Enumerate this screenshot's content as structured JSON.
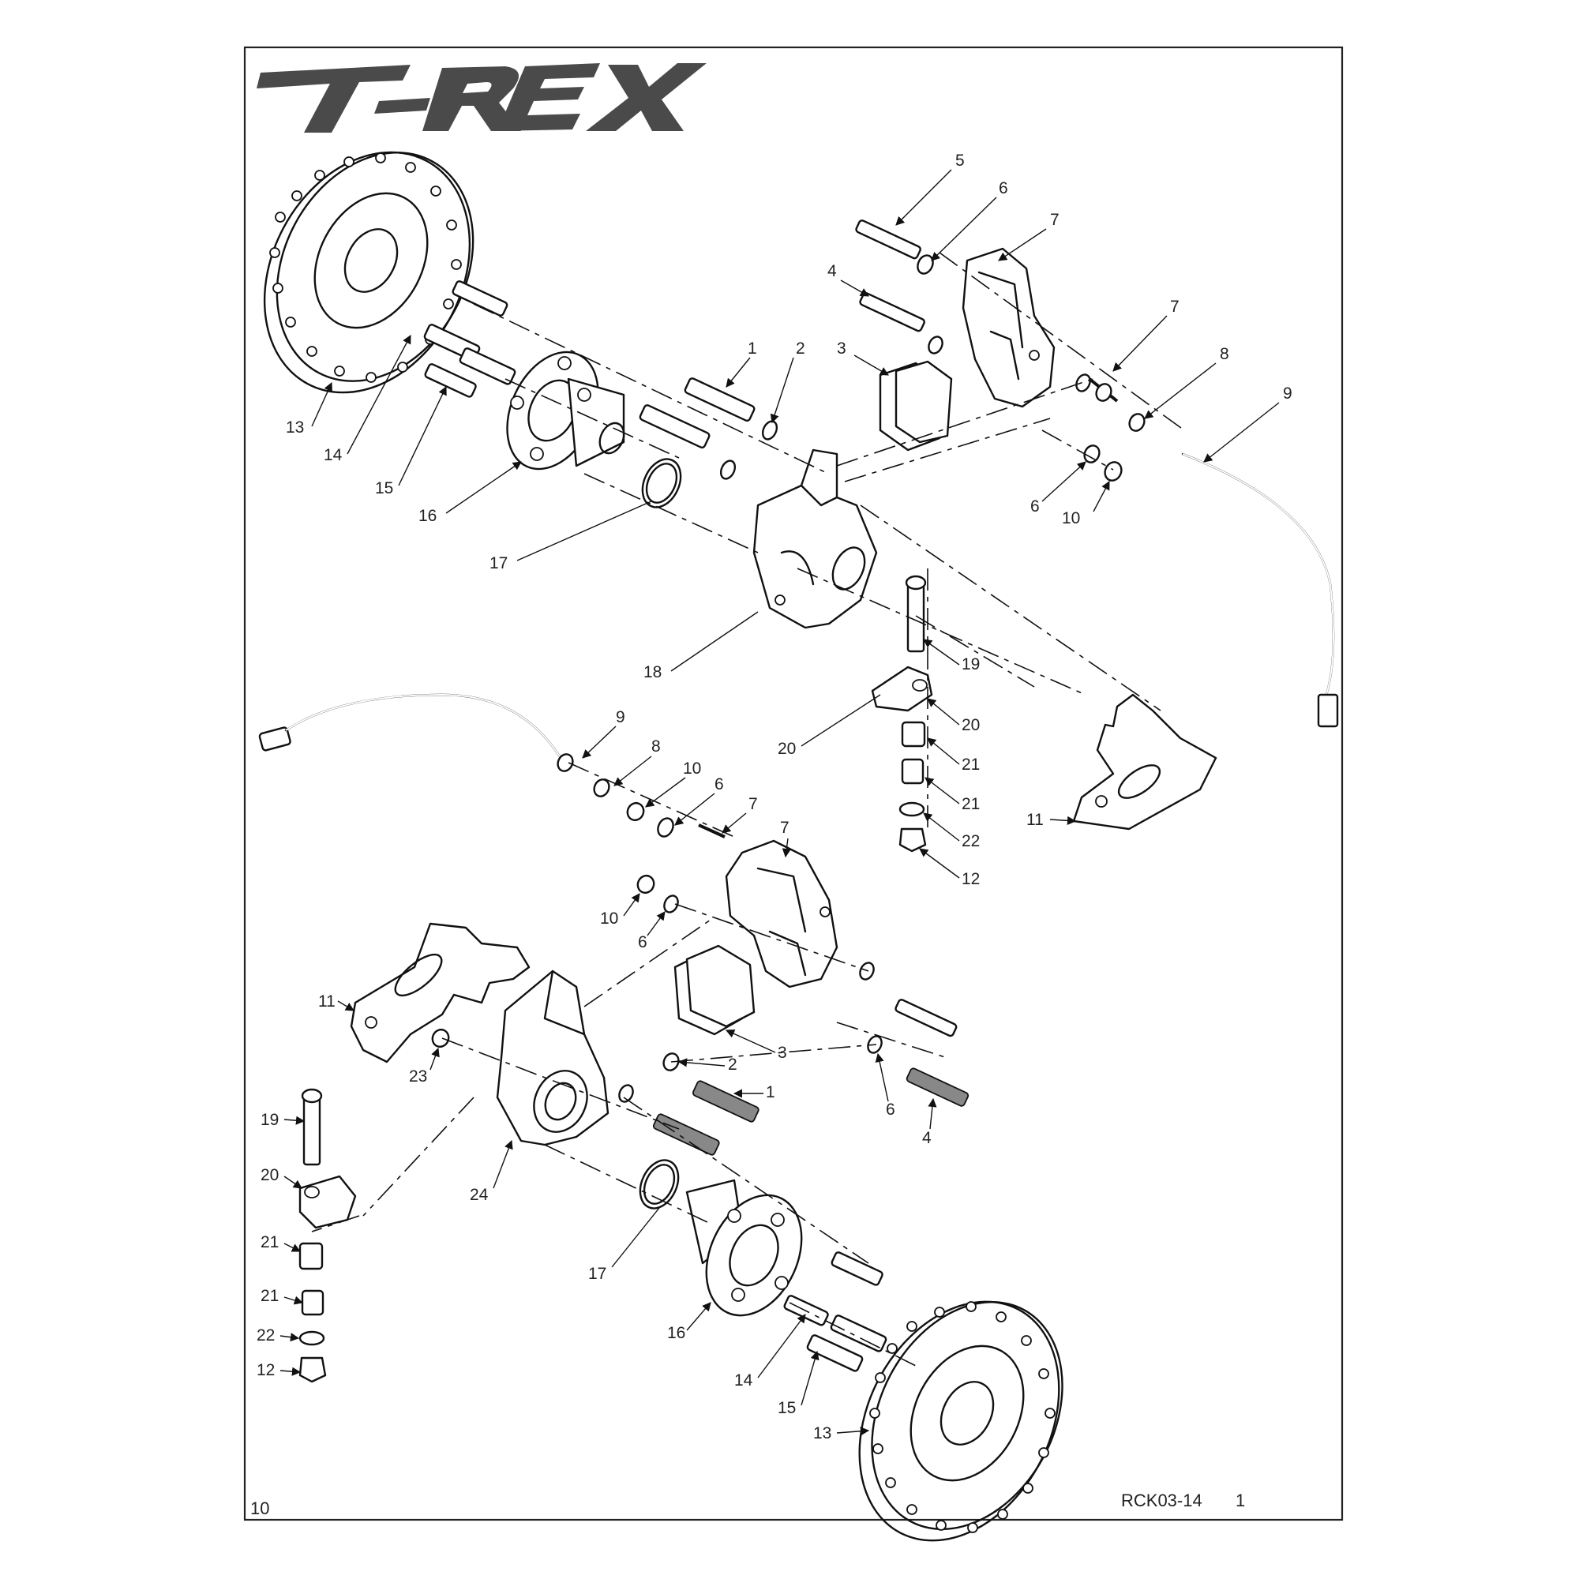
{
  "logo": {
    "text": "T-REX"
  },
  "footer": {
    "page_number": "10",
    "doc_code": "RCK03-14",
    "revision": "1"
  },
  "callouts": [
    "1",
    "2",
    "3",
    "4",
    "5",
    "6",
    "7",
    "8",
    "9",
    "10",
    "11",
    "12",
    "13",
    "14",
    "15",
    "16",
    "17",
    "18",
    "19",
    "20",
    "21",
    "22",
    "23",
    "24"
  ]
}
